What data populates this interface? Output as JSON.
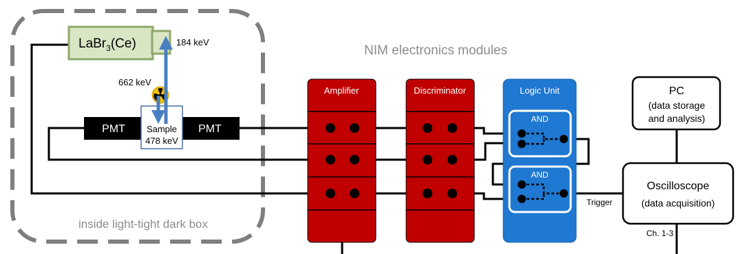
{
  "dark_box": {
    "label": "inside light-tight dark box",
    "border_color": "#7f7f7f"
  },
  "scintillator": {
    "label_main": "LaBr",
    "label_sub": "3",
    "label_end": "(Ce)",
    "fill": "#d9e6c4",
    "stroke": "#8fa86b"
  },
  "energies": {
    "upper": "184 keV",
    "left": "662 keV"
  },
  "source_icon": "radiation-trefoil-icon",
  "sample": {
    "line1": "Sample",
    "line2": "478 keV"
  },
  "pmts": [
    {
      "label": "PMT"
    },
    {
      "label": "PMT"
    }
  ],
  "nim": {
    "title": "NIM electronics modules",
    "title_color": "#8c8c8c",
    "amplifier": {
      "label": "Amplifier",
      "color": "#c00000"
    },
    "discriminator": {
      "label": "Discriminator",
      "color": "#c00000"
    },
    "logic_unit": {
      "label": "Logic Unit",
      "color": "#1f78d1",
      "gates": [
        {
          "label": "AND"
        },
        {
          "label": "AND"
        }
      ]
    }
  },
  "pc": {
    "line1": "PC",
    "line2": "(data storage",
    "line3": "and analysis)"
  },
  "oscilloscope": {
    "line1": "Oscilloscope",
    "line2": "(data acquisition)"
  },
  "signals": {
    "trigger": "Trigger",
    "channels": "Ch. 1-3"
  },
  "colors": {
    "wire": "#000000",
    "arrow": "#4a7fc1"
  }
}
